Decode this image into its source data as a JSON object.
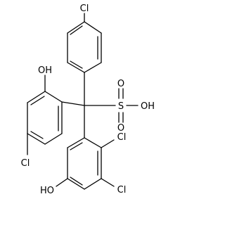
{
  "atoms": {
    "cl_para": "Cl",
    "oh_phenol_top": "OH",
    "cl_left": "Cl",
    "sulfonic": "SO₃H",
    "s_letter": "S",
    "o_top": "O",
    "o_bottom": "O",
    "oh_sulfonic": "OH",
    "cl_ortho": "Cl",
    "cl_meta": "Cl",
    "ho_bottom": "HO"
  },
  "colors": {
    "ink": "#000000",
    "background": "#ffffff"
  }
}
